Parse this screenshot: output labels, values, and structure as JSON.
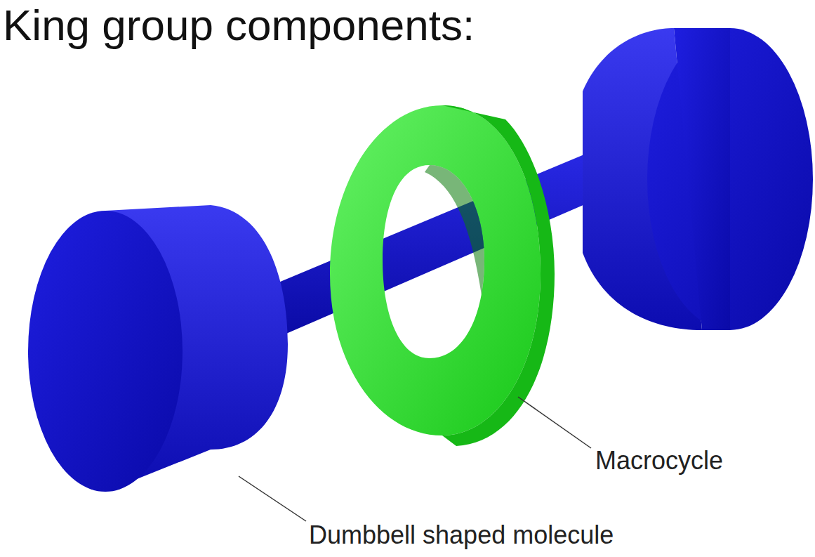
{
  "diagram": {
    "title": "King group components:",
    "labels": [
      "Macrocycle",
      "Dumbbell shaped molecule"
    ]
  }
}
